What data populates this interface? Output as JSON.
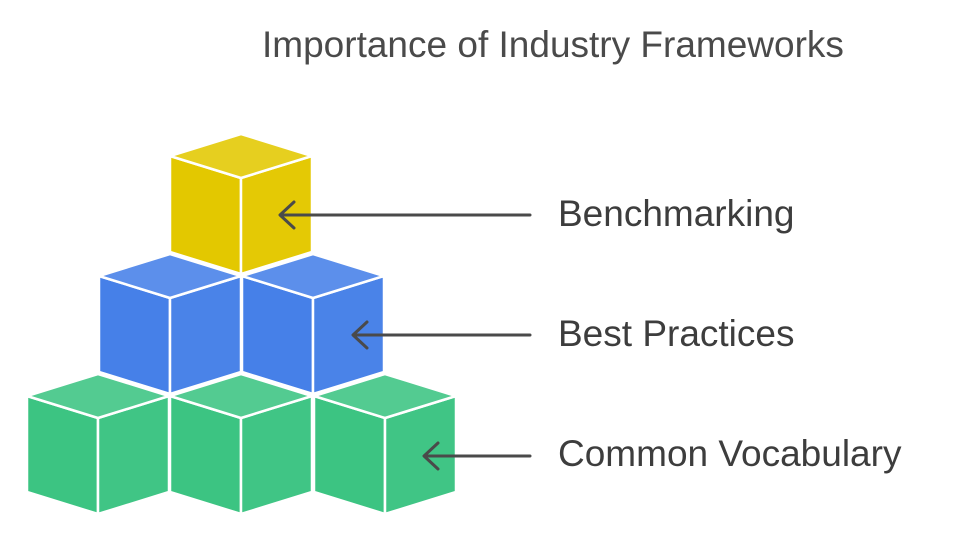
{
  "title": "Importance of Industry Frameworks",
  "levels": [
    {
      "label": "Benchmarking",
      "color": "#e3c800",
      "count": 1
    },
    {
      "label": "Best Practices",
      "color": "#4680e8",
      "count": 2
    },
    {
      "label": "Common Vocabulary",
      "color": "#3cc482",
      "count": 3
    }
  ],
  "arrow_color": "#4a4a4a"
}
